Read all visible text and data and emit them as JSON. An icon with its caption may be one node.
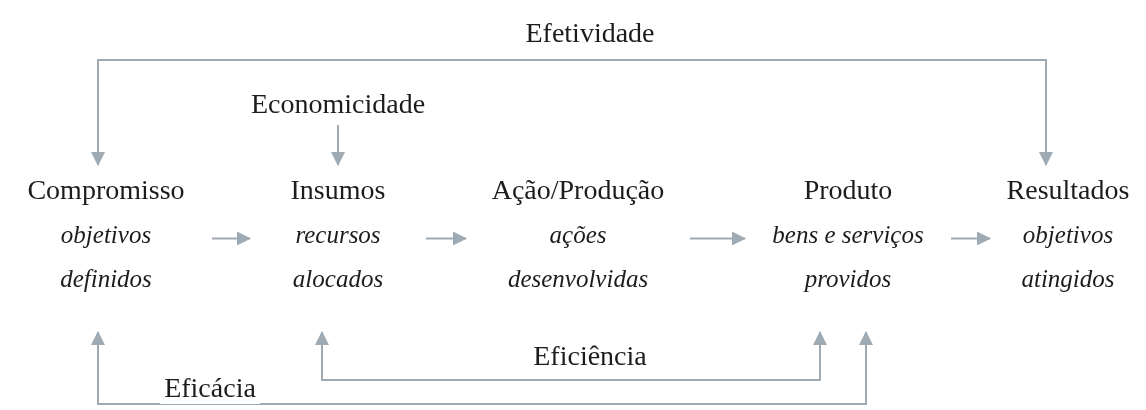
{
  "diagram": {
    "nodes": [
      {
        "text": [
          "Economicidade"
        ]
      },
      {
        "text": [
          "Compromisso",
          "objetivos definidos"
        ]
      },
      {
        "text": [
          "Insumos",
          "recursos alocados"
        ]
      },
      {
        "text": [
          "Ação/Produção",
          "ações desenvolvidas"
        ]
      },
      {
        "text": [
          "Produto",
          "bens e serviços providos"
        ]
      },
      {
        "text": [
          "Resultados",
          "objetivos atingidos"
        ]
      }
    ],
    "edges": [
      {
        "from": 1,
        "to": 5,
        "arrow": "both",
        "label": "Efetividade"
      },
      {
        "from": 0,
        "to": 2,
        "arrow": "to"
      },
      {
        "from": 1,
        "to": 2,
        "arrow": "to"
      },
      {
        "from": 2,
        "to": 3,
        "arrow": "to"
      },
      {
        "from": 3,
        "to": 4,
        "arrow": "to"
      },
      {
        "from": 4,
        "to": 5,
        "arrow": "to"
      },
      {
        "from": 2,
        "to": 4,
        "arrow": "both",
        "label": "Eficiência"
      },
      {
        "from": 1,
        "to": 4,
        "arrow": "both",
        "label": "Eficácia"
      }
    ]
  }
}
